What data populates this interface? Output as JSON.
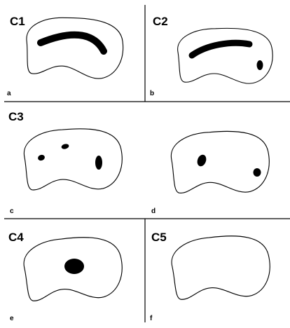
{
  "panels": [
    {
      "id": "a",
      "group": "C1",
      "label": "a",
      "header": "C1"
    },
    {
      "id": "b",
      "group": "C2",
      "label": "b",
      "header": "C2"
    },
    {
      "id": "c",
      "group": "C3",
      "label": "c",
      "header": "C3"
    },
    {
      "id": "d",
      "group": "C3",
      "label": "d",
      "header": ""
    },
    {
      "id": "e",
      "group": "C4",
      "label": "e",
      "header": "C4"
    },
    {
      "id": "f",
      "group": "C5",
      "label": "f",
      "header": "C5"
    }
  ],
  "colors": {
    "outline": "#000000",
    "fill": "#ffffff",
    "marks": "#000000"
  }
}
